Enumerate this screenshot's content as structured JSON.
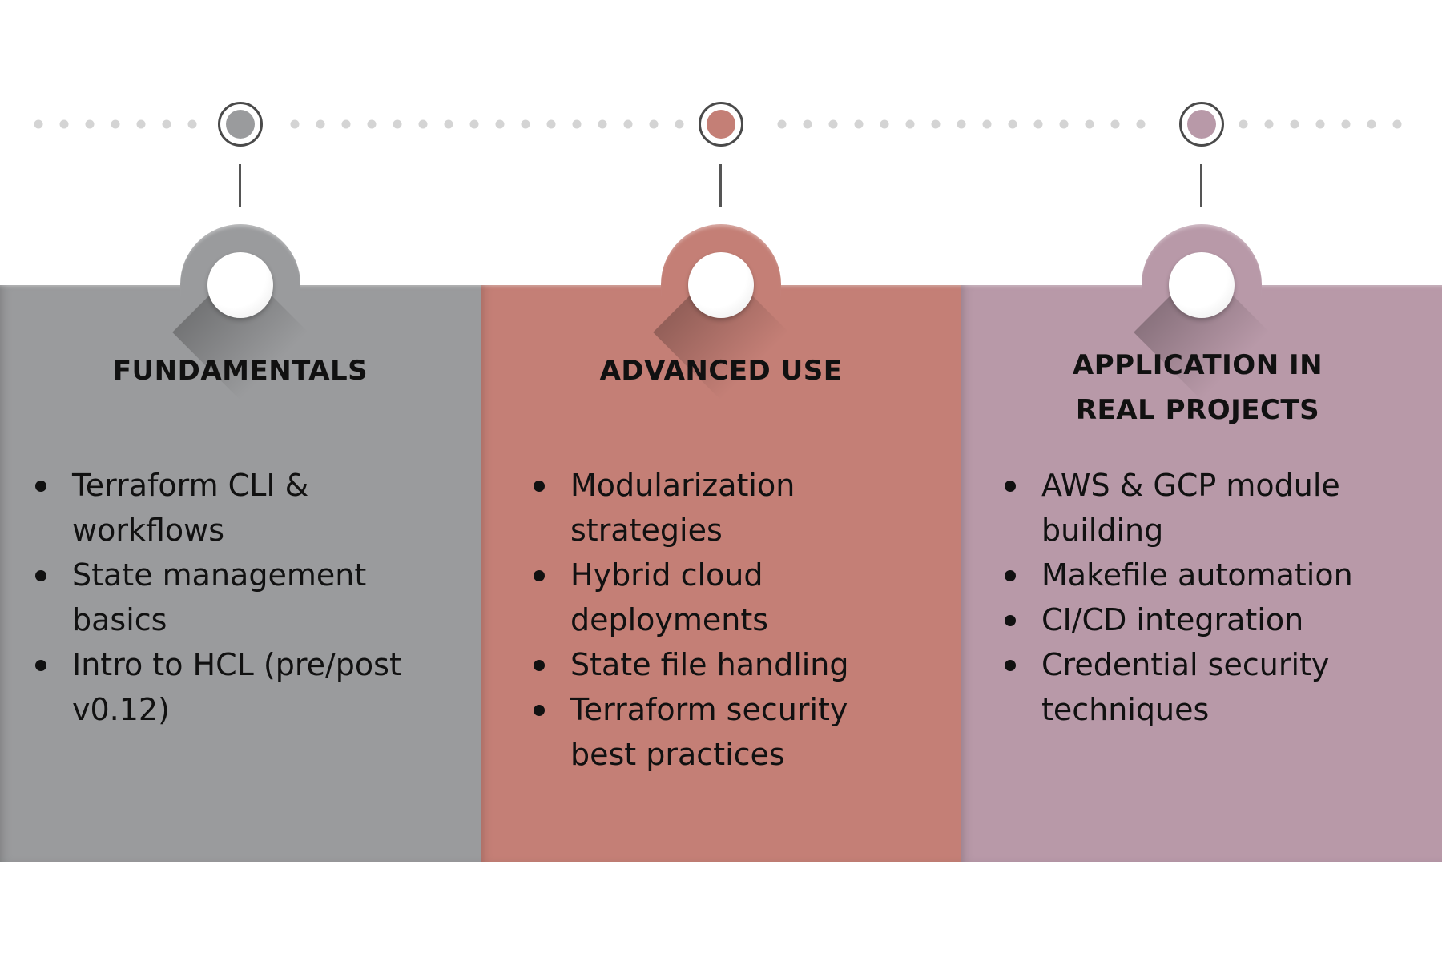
{
  "colors": {
    "fundamentals": "#9a9b9d",
    "advanced": "#c47f76",
    "application": "#b899a8",
    "dot": "#d4d4d4",
    "line": "#4a4a4a"
  },
  "stages": [
    {
      "title_lines": [
        "FUNDAMENTALS"
      ],
      "items": [
        "Terraform CLI & workflows",
        "State management basics",
        "Intro to HCL (pre/post v0.12)"
      ]
    },
    {
      "title_lines": [
        "ADVANCED USE"
      ],
      "items": [
        "Modularization strategies",
        "Hybrid cloud deployments",
        "State file handling",
        "Terraform security best practices"
      ]
    },
    {
      "title_lines": [
        "APPLICATION IN",
        "REAL PROJECTS"
      ],
      "items": [
        "AWS & GCP module building",
        "Makefile automation",
        "CI/CD integration",
        "Credential security techniques"
      ]
    }
  ]
}
